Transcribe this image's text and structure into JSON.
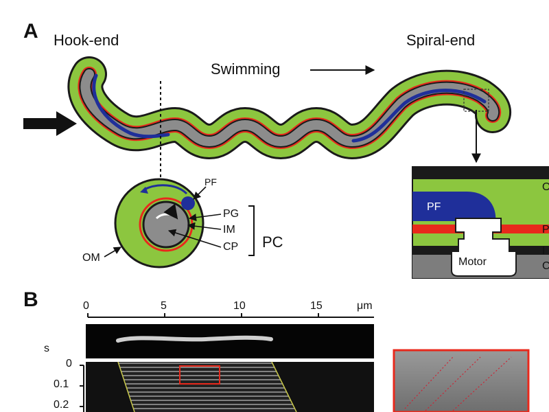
{
  "panel_a": {
    "letter": "A",
    "hook_end": "Hook-end",
    "spiral_end": "Spiral-end",
    "swimming": "Swimming",
    "cross_section": {
      "pf": "PF",
      "pg": "PG",
      "im": "IM",
      "cp": "CP",
      "pc": "PC",
      "om": "OM"
    },
    "inset": {
      "pf": "PF",
      "motor": "Motor",
      "edge_labels": [
        "O",
        "P",
        "I",
        "C"
      ]
    }
  },
  "panel_b": {
    "letter": "B",
    "axis_ticks": [
      "0",
      "5",
      "10",
      "15"
    ],
    "axis_unit": "μm",
    "time_label": "s",
    "time_ticks": [
      "0",
      "0.1",
      "0.2"
    ]
  },
  "colors": {
    "outer_membrane": "#8cc63f",
    "body_outline": "#1a1a1a",
    "peptidoglycan": "#e8291c",
    "flagellum": "#1f2f9a",
    "cytoplasm": "#8c8c8c",
    "motor_bg": "#7d7d7d"
  }
}
